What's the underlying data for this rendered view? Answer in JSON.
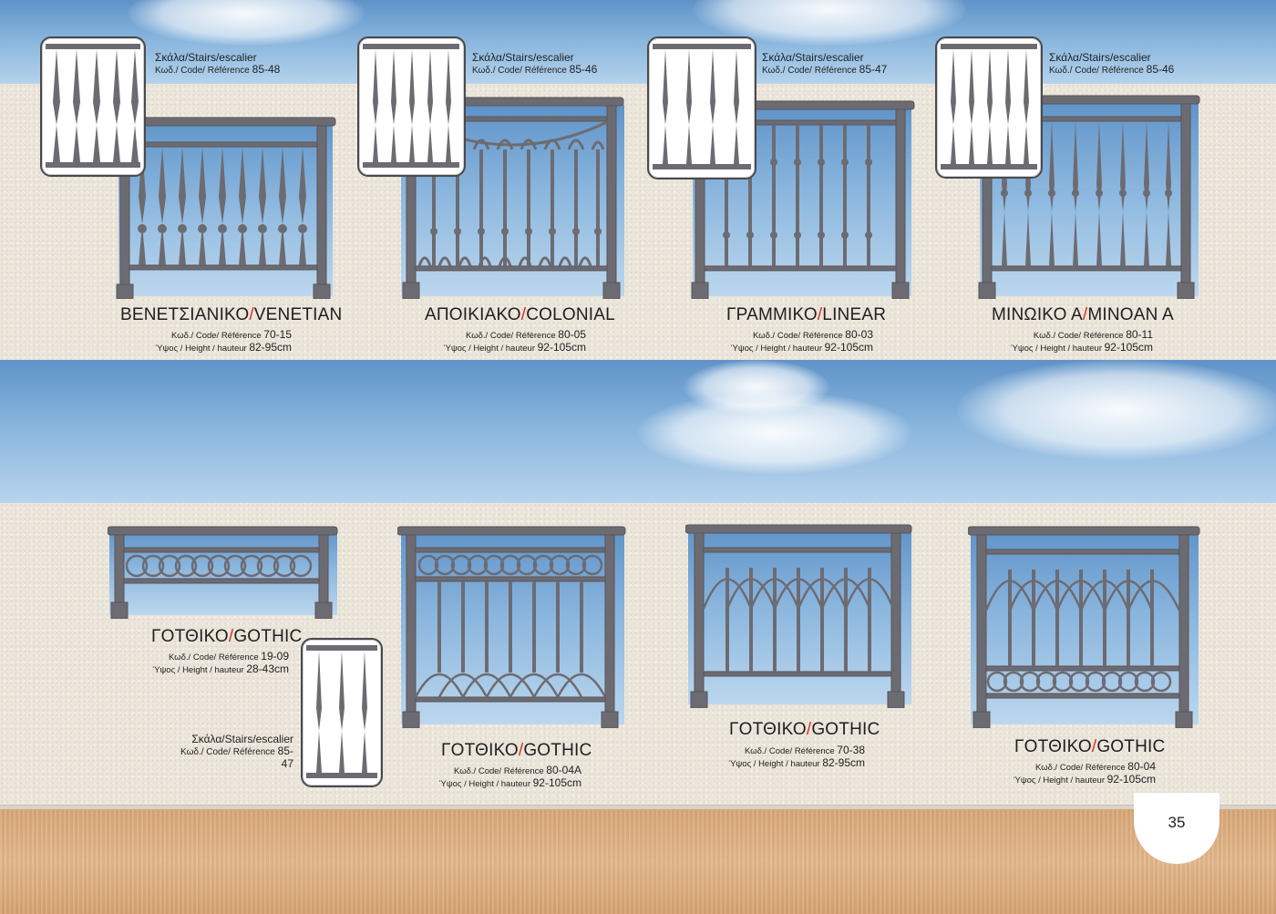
{
  "page": {
    "number": "35"
  },
  "stairs_labels": [
    {
      "title": "Σκάλα/Stairs/escalier",
      "code_label": "Κωδ./ Code/ Référence",
      "code": "85-48"
    },
    {
      "title": "Σκάλα/Stairs/escalier",
      "code_label": "Κωδ./ Code/ Référence",
      "code": "85-46"
    },
    {
      "title": "Σκάλα/Stairs/escalier",
      "code_label": "Κωδ./ Code/ Référence",
      "code": "85-47"
    },
    {
      "title": "Σκάλα/Stairs/escalier",
      "code_label": "Κωδ./ Code/ Référence",
      "code": "85-46"
    },
    {
      "title": "Σκάλα/Stairs/escalier",
      "code_label": "Κωδ./ Code/ Référence",
      "code": "85-47"
    }
  ],
  "products": [
    {
      "name_gr": "ΒΕΝΕΤΣΙΑΝΙΚΟ",
      "slash": "/",
      "name_en": "VENETIAN",
      "code_label": "Κωδ./ Code/ Référence",
      "code": "70-15",
      "height_label": "Ύψος / Height / hauteur",
      "height": "82-95cm"
    },
    {
      "name_gr": "ΑΠΟΙΚΙΑΚΟ",
      "slash": "/",
      "name_en": "COLONIAL",
      "code_label": "Κωδ./ Code/ Référence",
      "code": "80-05",
      "height_label": "Ύψος / Height / hauteur",
      "height": "92-105cm"
    },
    {
      "name_gr": "ΓΡΑΜΜΙΚΟ",
      "slash": "/",
      "name_en": "LINEAR",
      "code_label": "Κωδ./ Code/ Référence",
      "code": "80-03",
      "height_label": "Ύψος / Height / hauteur",
      "height": "92-105cm"
    },
    {
      "name_gr": "ΜΙΝΩΙΚΟ Α",
      "slash": "/",
      "name_en": "MINOAN A",
      "code_label": "Κωδ./ Code/ Référence",
      "code": "80-11",
      "height_label": "Ύψος / Height / hauteur",
      "height": "92-105cm"
    },
    {
      "name_gr": "ΓΟΤΘΙΚΟ",
      "slash": "/",
      "name_en": "GOTHIC",
      "code_label": "Κωδ./ Code/ Référence",
      "code": "19-09",
      "height_label": "Ύψος / Height / hauteur",
      "height": "28-43cm"
    },
    {
      "name_gr": "ΓΟΤΘΙΚΟ",
      "slash": "/",
      "name_en": "GOTHIC",
      "code_label": "Κωδ./ Code/ Référence",
      "code": "80-04A",
      "height_label": "Ύψος / Height / hauteur",
      "height": "92-105cm"
    },
    {
      "name_gr": "ΓΟΤΘΙΚΟ",
      "slash": "/",
      "name_en": "GOTHIC",
      "code_label": "Κωδ./ Code/ Référence",
      "code": "70-38",
      "height_label": "Ύψος / Height / hauteur",
      "height": "82-95cm"
    },
    {
      "name_gr": "ΓΟΤΘΙΚΟ",
      "slash": "/",
      "name_en": "GOTHIC",
      "code_label": "Κωδ./ Code/ Référence",
      "code": "80-04",
      "height_label": "Ύψος / Height / hauteur",
      "height": "92-105cm"
    }
  ],
  "colors": {
    "accent_slash": "#d9301f",
    "metal": "#6d6b72",
    "sky": "#8ab6de",
    "wall": "#ebe5da",
    "floor": "#e0b07f"
  }
}
